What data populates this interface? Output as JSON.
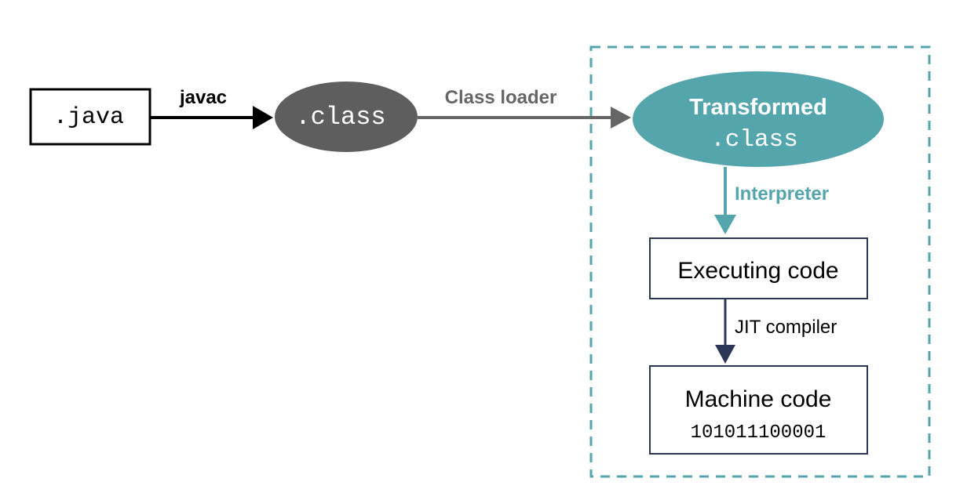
{
  "nodes": {
    "java_source": {
      "label": ".java"
    },
    "class_file": {
      "label": ".class"
    },
    "transformed": {
      "title": "Transformed",
      "subtitle": ".class"
    },
    "executing": {
      "label": "Executing code"
    },
    "machine": {
      "label": "Machine code",
      "bits": "101011100001"
    }
  },
  "edges": {
    "javac": {
      "label": "javac"
    },
    "class_loader": {
      "label": "Class loader"
    },
    "interpreter": {
      "label": "Interpreter"
    },
    "jit": {
      "label": "JIT compiler"
    }
  },
  "colors": {
    "black": "#000000",
    "gray_node": "#5e5e5e",
    "gray_arrow": "#666666",
    "teal": "#55a5ad",
    "navy": "#2b3556"
  }
}
